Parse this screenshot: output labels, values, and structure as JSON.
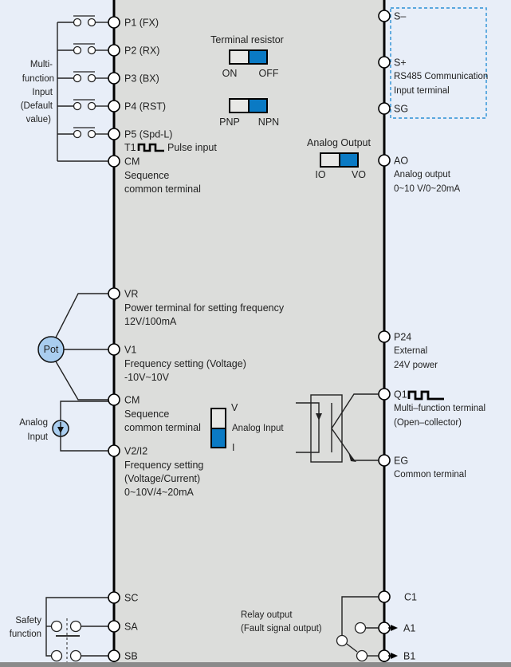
{
  "colors": {
    "background": "#e8eef8",
    "panel": "#dcdddb",
    "switch_on": "#0a7ac4",
    "pot_fill": "#a9cdef",
    "dashed_box": "#2a8fd6",
    "footer_bar": "#8a8a8a"
  },
  "left_group": {
    "multi_function_label": [
      "Multi-",
      "function",
      "Input",
      "(Default",
      "value)"
    ],
    "analog_input_label": [
      "Analog",
      "Input"
    ],
    "pot_label": "Pot",
    "safety_label": [
      "Safety",
      "function"
    ]
  },
  "left_terminals": [
    {
      "id": "P1",
      "label": "P1 (FX)",
      "desc": []
    },
    {
      "id": "P2",
      "label": "P2 (RX)",
      "desc": []
    },
    {
      "id": "P3",
      "label": "P3 (BX)",
      "desc": []
    },
    {
      "id": "P4",
      "label": "P4 (RST)",
      "desc": []
    },
    {
      "id": "P5",
      "label": "P5 (Spd-L)",
      "desc": []
    },
    {
      "id": "CM1",
      "label": "CM",
      "desc": [
        "Sequence",
        "common terminal"
      ]
    },
    {
      "id": "VR",
      "label": "VR",
      "desc": [
        "Power terminal for setting frequency",
        "12V/100mA"
      ]
    },
    {
      "id": "V1",
      "label": "V1",
      "desc": [
        "Frequency setting (Voltage)",
        "-10V~10V"
      ]
    },
    {
      "id": "CM2",
      "label": "CM",
      "desc": [
        "Sequence",
        "common terminal"
      ]
    },
    {
      "id": "V2I2",
      "label": "V2/I2",
      "desc": [
        "Frequency setting",
        "(Voltage/Current)",
        "0~10V/4~20mA"
      ]
    },
    {
      "id": "SC",
      "label": "SC",
      "desc": []
    },
    {
      "id": "SA",
      "label": "SA",
      "desc": []
    },
    {
      "id": "SB",
      "label": "SB",
      "desc": []
    }
  ],
  "pulse_input": {
    "prefix": "T1",
    "label": "Pulse input",
    "icon": "pulse-wave-icon"
  },
  "right_terminals": [
    {
      "id": "S-",
      "label": "S–",
      "desc": []
    },
    {
      "id": "S+",
      "label": "S+",
      "desc": [
        "RS485 Communication",
        "Input terminal"
      ]
    },
    {
      "id": "SG",
      "label": "SG",
      "desc": []
    },
    {
      "id": "AO",
      "label": "AO",
      "desc": [
        "Analog output",
        "0~10  V/0~20mA"
      ]
    },
    {
      "id": "P24",
      "label": "P24",
      "desc": [
        "External",
        "24V power"
      ]
    },
    {
      "id": "Q1",
      "label": "Q1",
      "desc": [
        "Multi–function terminal",
        "(Open–collector)"
      ]
    },
    {
      "id": "EG",
      "label": "EG",
      "desc": [
        "Common terminal"
      ]
    },
    {
      "id": "C1",
      "label": "C1",
      "desc": []
    },
    {
      "id": "A1",
      "label": "A1",
      "desc": []
    },
    {
      "id": "B1",
      "label": "B1",
      "desc": []
    }
  ],
  "switches": {
    "terminal_resistor": {
      "title": "Terminal resistor",
      "left": "ON",
      "right": "OFF",
      "selected": "OFF"
    },
    "pnp_npn": {
      "left": "PNP",
      "right": "NPN",
      "selected": "NPN"
    },
    "analog_output": {
      "title": "Analog Output",
      "left": "IO",
      "right": "VO",
      "selected": "VO"
    },
    "analog_input": {
      "title": "Analog Input",
      "top": "V",
      "bottom": "I",
      "selected": "I"
    }
  },
  "relay_output_label": [
    "Relay output",
    "(Fault signal output)"
  ]
}
